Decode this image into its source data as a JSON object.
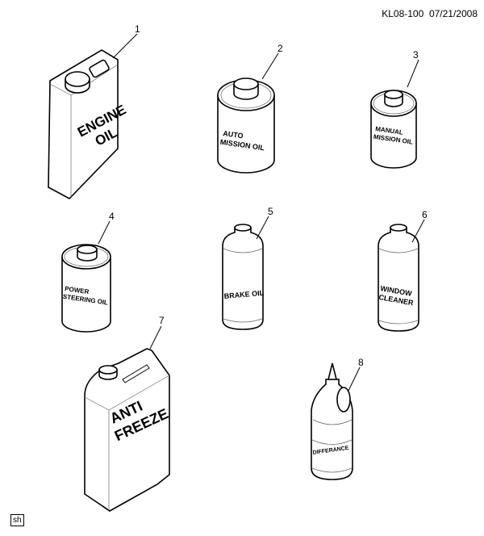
{
  "header": {
    "code": "KL08-100",
    "date": "07/21/2008"
  },
  "footer_tag": "sh",
  "items": [
    {
      "number": "1",
      "label_lines": [
        "ENGINE",
        "OIL"
      ]
    },
    {
      "number": "2",
      "label_lines": [
        "AUTO",
        "MISSION OIL"
      ]
    },
    {
      "number": "3",
      "label_lines": [
        "MANUAL",
        "MISSION OIL"
      ]
    },
    {
      "number": "4",
      "label_lines": [
        "POWER",
        "STEERING OIL"
      ]
    },
    {
      "number": "5",
      "label_lines": [
        "BRAKE OIL"
      ]
    },
    {
      "number": "6",
      "label_lines": [
        "WINDOW",
        "CLEANER"
      ]
    },
    {
      "number": "7",
      "label_lines": [
        "ANTI",
        "FREEZE"
      ]
    },
    {
      "number": "8",
      "label_lines": [
        "DIFFERANCE"
      ]
    }
  ]
}
